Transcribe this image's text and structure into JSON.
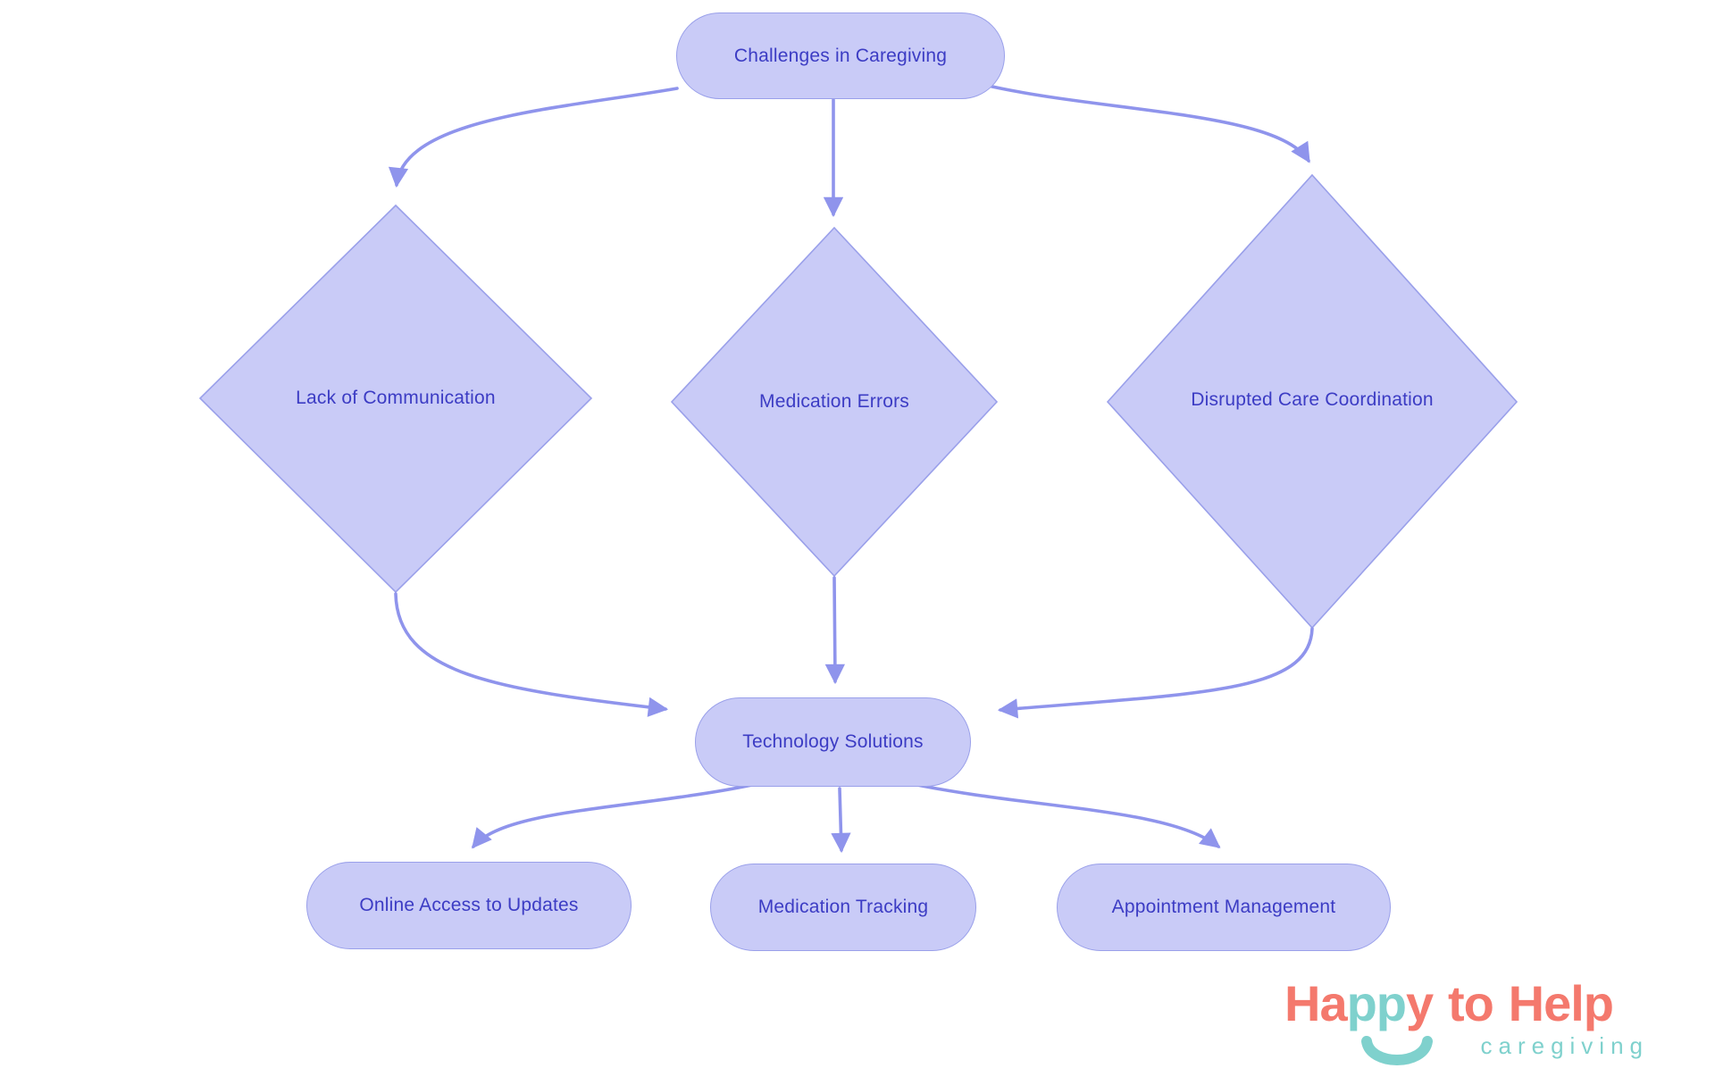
{
  "diagram": {
    "title_node": {
      "label": "Challenges in Caregiving"
    },
    "challenges": [
      {
        "label": "Lack of Communication"
      },
      {
        "label": "Medication Errors"
      },
      {
        "label": "Disrupted Care Coordination"
      }
    ],
    "solution_node": {
      "label": "Technology Solutions"
    },
    "features": [
      {
        "label": "Online Access to Updates"
      },
      {
        "label": "Medication Tracking"
      },
      {
        "label": "Appointment Management"
      }
    ],
    "edges": [
      {
        "from": "Challenges in Caregiving",
        "to": "Lack of Communication"
      },
      {
        "from": "Challenges in Caregiving",
        "to": "Medication Errors"
      },
      {
        "from": "Challenges in Caregiving",
        "to": "Disrupted Care Coordination"
      },
      {
        "from": "Lack of Communication",
        "to": "Technology Solutions"
      },
      {
        "from": "Medication Errors",
        "to": "Technology Solutions"
      },
      {
        "from": "Disrupted Care Coordination",
        "to": "Technology Solutions"
      },
      {
        "from": "Technology Solutions",
        "to": "Online Access to Updates"
      },
      {
        "from": "Technology Solutions",
        "to": "Medication Tracking"
      },
      {
        "from": "Technology Solutions",
        "to": "Appointment Management"
      }
    ]
  },
  "logo": {
    "part1": "Ha",
    "part2": "pp",
    "part3": "y",
    "part4": "to",
    "part5": "Help",
    "tagline": "caregiving"
  },
  "colors": {
    "node_fill": "#c9cbf7",
    "node_border": "#9aa0ea",
    "node_text": "#3c3cc4",
    "edge": "#8f94ec",
    "logo_coral": "#f4796d",
    "logo_teal": "#7fd1cd",
    "background": "#ffffff"
  }
}
